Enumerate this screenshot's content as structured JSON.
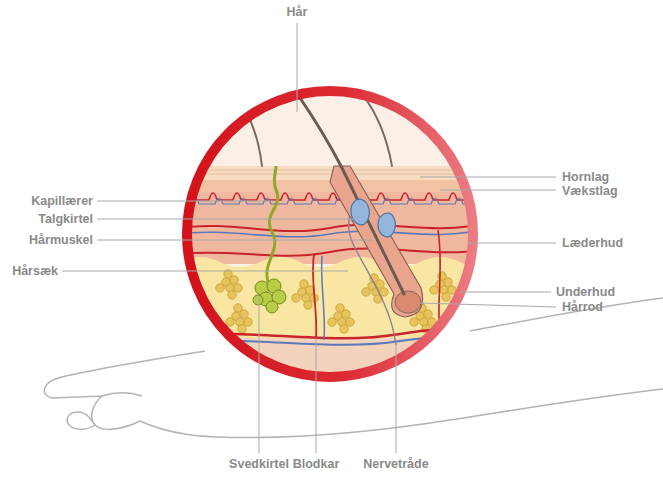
{
  "diagram": {
    "labels": [
      "Hår",
      "Hornlag",
      "Vækstlag",
      "Kapillærer",
      "Talgkirtel",
      "Hårmuskel",
      "Læderhud",
      "Hårsæk",
      "Underhud",
      "Hårrod",
      "Svedkirtel",
      "Blodkar",
      "Nervetråde"
    ]
  }
}
